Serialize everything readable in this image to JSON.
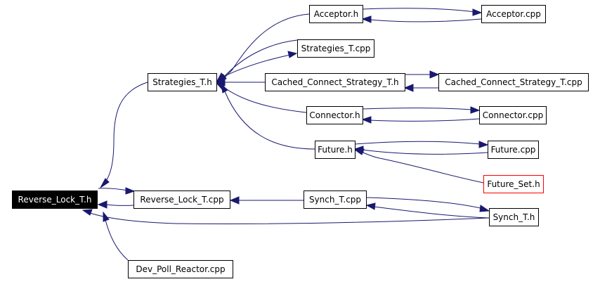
{
  "graph": {
    "colors": {
      "edge": "#191970",
      "root_fill": "#000000",
      "highlight_border": "#ff0000"
    },
    "nodes": {
      "reverse_lock_h": "Reverse_Lock_T.h",
      "strategies_h": "Strategies_T.h",
      "acceptor_h": "Acceptor.h",
      "acceptor_cpp": "Acceptor.cpp",
      "strategies_cpp": "Strategies_T.cpp",
      "ccs_h": "Cached_Connect_Strategy_T.h",
      "ccs_cpp": "Cached_Connect_Strategy_T.cpp",
      "connector_h": "Connector.h",
      "connector_cpp": "Connector.cpp",
      "future_h": "Future.h",
      "future_cpp": "Future.cpp",
      "future_set_h": "Future_Set.h",
      "reverse_lock_cpp": "Reverse_Lock_T.cpp",
      "synch_cpp": "Synch_T.cpp",
      "synch_h": "Synch_T.h",
      "dev_poll_cpp": "Dev_Poll_Reactor.cpp"
    }
  }
}
